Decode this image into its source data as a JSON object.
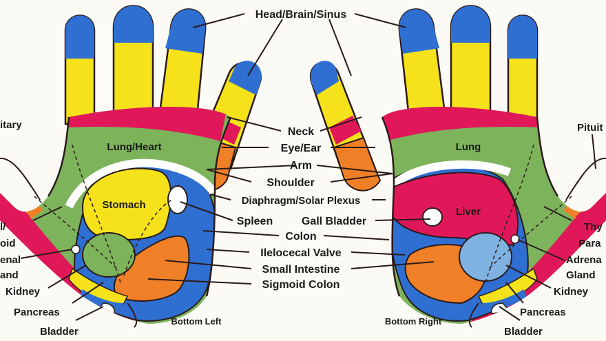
{
  "colors": {
    "blue": "#2f6fd1",
    "yellow": "#f5e21a",
    "magenta": "#e0185a",
    "green": "#7db35a",
    "orange": "#f08028",
    "lightblue": "#7fb2e0",
    "line": "#2a1a1a",
    "background": "#fbfaf5"
  },
  "labels": {
    "head": "Head/Brain/Sinus",
    "neck": "Neck",
    "eye_ear": "Eye/Ear",
    "arm": "Arm",
    "shoulder": "Shoulder",
    "diaphragm": "Diaphragm/Solar Plexus",
    "spleen": "Spleen",
    "gall_bladder": "Gall Bladder",
    "colon": "Colon",
    "ileocecal": "Ilelocecal Valve",
    "small_intestine": "Small Intestine",
    "sigmoid": "Sigmoid Colon",
    "left_hand": {
      "lung_heart": "Lung/Heart",
      "stomach": "Stomach",
      "pituitary": "itary",
      "thyroid_1": "l/",
      "thyroid_2": "oid",
      "adrenal_1": "enal",
      "adrenal_2": "and",
      "kidney": "Kidney",
      "pancreas": "Pancreas",
      "bladder": "Bladder",
      "caption": "Bottom Left"
    },
    "right_hand": {
      "lung": "Lung",
      "liver": "Liver",
      "pituitary": "Pituit",
      "thyroid_1": "Thy",
      "thyroid_2": "Para",
      "adrenal_1": "Adrena",
      "adrenal_2": "Gland",
      "kidney": "Kidney",
      "pancreas": "Pancreas",
      "bladder": "Bladder",
      "caption": "Bottom Right"
    }
  }
}
